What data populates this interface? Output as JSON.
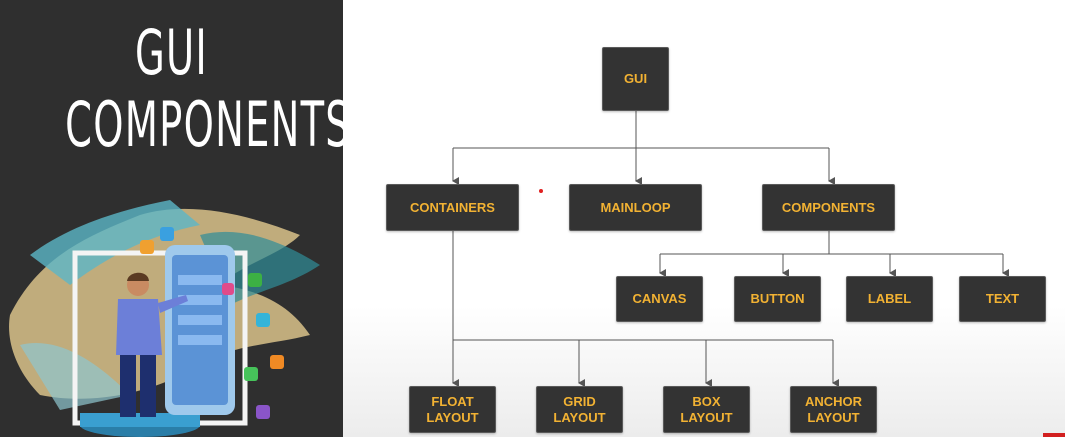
{
  "sidebar": {
    "title_line1": "GUI",
    "title_line2": "COMPONENTS"
  },
  "diagram": {
    "root": "GUI",
    "level1": [
      "CONTAINERS",
      "MAINLOOP",
      "COMPONENTS"
    ],
    "components_children": [
      "CANVAS",
      "BUTTON",
      "LABEL",
      "TEXT"
    ],
    "containers_children": [
      "FLOAT\nLAYOUT",
      "GRID\nLAYOUT",
      "BOX\nLAYOUT",
      "ANCHOR\nLAYOUT"
    ]
  },
  "colors": {
    "node_bg": "#333333",
    "node_text": "#f2b233",
    "panel_bg": "#2f2f2f",
    "line": "#555555"
  },
  "icons": [
    "person-at-phone-illustration",
    "app-icons"
  ]
}
